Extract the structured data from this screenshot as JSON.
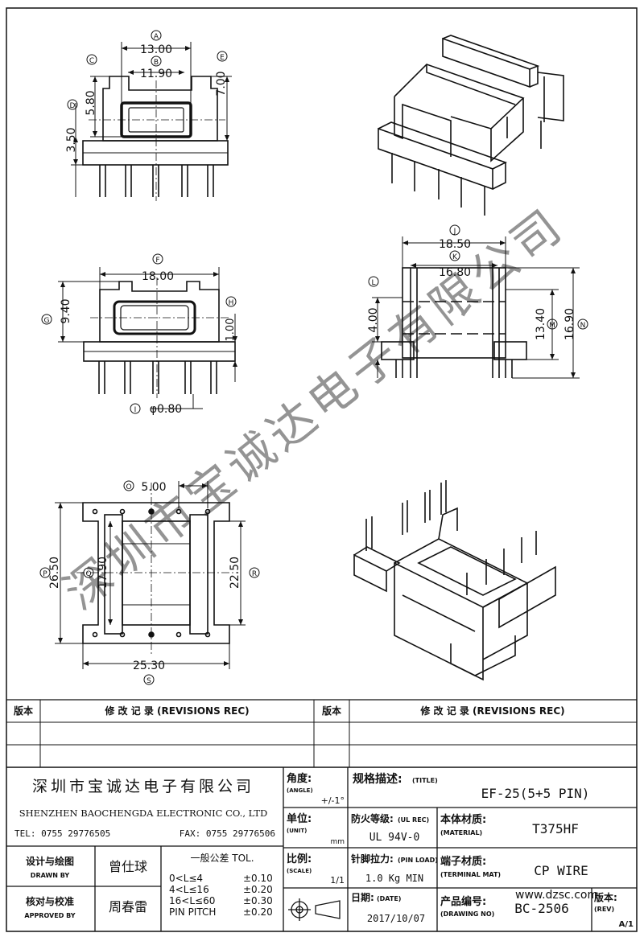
{
  "watermark": "深圳市宝诚达电子有限公司",
  "views": {
    "front_top": {
      "dims": {
        "A": {
          "badge": "A",
          "value": "13.00"
        },
        "B": {
          "badge": "B",
          "value": "11.90"
        },
        "C": {
          "badge": "C",
          "value": "5.80"
        },
        "D": {
          "badge": "D",
          "value": "3.50"
        },
        "E": {
          "badge": "E",
          "value": "7.00"
        }
      }
    },
    "front_mid": {
      "dims": {
        "F": {
          "badge": "F",
          "value": "18.00"
        },
        "G": {
          "badge": "G",
          "value": "9.40"
        },
        "H": {
          "badge": "H",
          "value": "1.00"
        },
        "I": {
          "badge": "I",
          "value": "φ0.80"
        }
      }
    },
    "side": {
      "dims": {
        "J": {
          "badge": "J",
          "value": "18.50"
        },
        "K": {
          "badge": "K",
          "value": "16.80"
        },
        "L": {
          "badge": "L",
          "value": "4.00"
        },
        "M": {
          "badge": "M",
          "value": "13.40"
        },
        "N": {
          "badge": "N",
          "value": "16.90"
        }
      }
    },
    "bottom": {
      "dims": {
        "O": {
          "badge": "O",
          "value": "5.00"
        },
        "P": {
          "badge": "P",
          "value": "26.50"
        },
        "Q": {
          "badge": "Q",
          "value": "17.90"
        },
        "R": {
          "badge": "R",
          "value": "22.50"
        },
        "S": {
          "badge": "S",
          "value": "25.30"
        }
      }
    }
  },
  "title_block": {
    "rev_header": {
      "version": "版本",
      "record": "修 改 记 录  (REVISIONS REC)"
    },
    "company_cn": "深圳市宝诚达电子有限公司",
    "company_en": "SHENZHEN BAOCHENGDA ELECTRONIC CO., LTD",
    "tel": "TEL: 0755 29776505",
    "fax": "FAX: 0755 29776506",
    "angle_label_cn": "角度:",
    "angle_label_en": "(ANGLE)",
    "angle_value": "+/-1°",
    "unit_label_cn": "单位:",
    "unit_label_en": "(UNIT)",
    "unit_value": "mm",
    "scale_label_cn": "比例:",
    "scale_label_en": "(SCALE)",
    "scale_value": "1/1",
    "title_label_cn": "规格描述:",
    "title_label_en": "(TITLE)",
    "title_value": "EF-25(5+5 PIN)",
    "ul_label_cn": "防火等级:",
    "ul_label_en": "(UL REC)",
    "ul_value": "UL 94V-0",
    "material_label_cn": "本体材质:",
    "material_label_en": "(MATERIAL)",
    "material_value": "T375HF",
    "pinload_label_cn": "针脚拉力:",
    "pinload_label_en": "(PIN LOAD)",
    "pinload_value": "1.0 Kg MIN",
    "terminal_label_cn": "端子材质:",
    "terminal_label_en": "(TERMINAL MAT)",
    "terminal_value": "CP WIRE",
    "date_label_cn": "日期:",
    "date_label_en": "(DATE)",
    "date_value": "2017/10/07",
    "drawing_label_cn": "产品编号:",
    "drawing_label_en": "(DRAWING NO)",
    "drawing_value": "BC-2506",
    "rev_label_cn": "版本:",
    "rev_label_en": "(REV)",
    "rev_value": "A/1",
    "drawn_label_cn": "设计与绘图",
    "drawn_label_en": "DRAWN BY",
    "drawn_name": "曾仕球",
    "approved_label_cn": "核对与校准",
    "approved_label_en": "APPROVED BY",
    "approved_name": "周春雷",
    "tol_title": "一般公差 TOL.",
    "tolerances": [
      {
        "range": "0<L≤4",
        "value": "±0.10"
      },
      {
        "range": "4<L≤16",
        "value": "±0.20"
      },
      {
        "range": "16<L≤60",
        "value": "±0.30"
      },
      {
        "range": "PIN PITCH",
        "value": "±0.20"
      }
    ],
    "site_watermark": "www.dzsc.com"
  }
}
